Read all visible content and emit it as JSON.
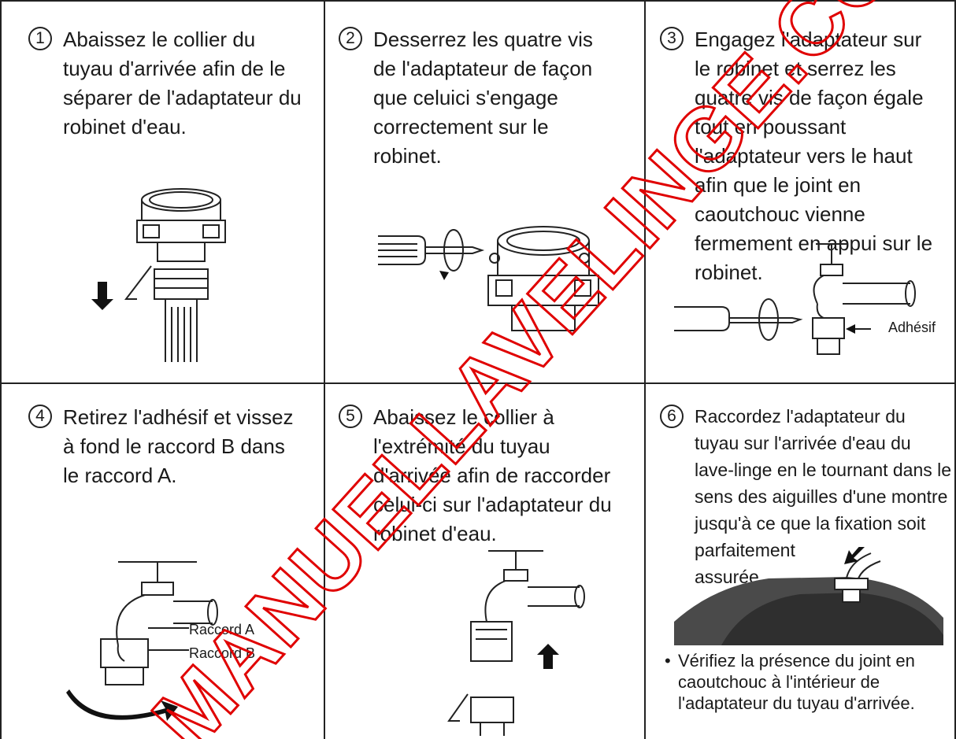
{
  "steps": [
    {
      "num": "1",
      "text": "Abaissez le collier du\ntuyau d'arrivée afin de le\nséparer de l'adaptateur du\nrobinet d'eau."
    },
    {
      "num": "2",
      "text": "Desserrez les quatre vis\nde l'adaptateur de façon\nque celuici s'engage\ncorrectement sur le\nrobinet."
    },
    {
      "num": "3",
      "text": "Engagez l'adaptateur sur\nle robinet et serrez les\nquatre vis de façon égale\ntout en poussant\nl'adaptateur vers le haut\nafin que le joint en\ncaoutchouc vienne\nfermement en appui sur le\nrobinet."
    },
    {
      "num": "4",
      "text": "Retirez l'adhésif et vissez\nà fond le raccord B dans\nle raccord A."
    },
    {
      "num": "5",
      "text": "Abaissez le collier à\nl'extrémité du tuyau\nd'arrivée afin de raccorder\ncelui-ci sur l'adaptateur du\nrobinet d'eau."
    },
    {
      "num": "6",
      "text": "Raccordez l'adaptateur du\ntuyau sur l'arrivée d'eau du\nlave-linge en le tournant dans le\nsens des aiguilles d'une montre\njusqu'à ce que la fixation soit\nparfaitement\nassurée."
    }
  ],
  "labels": {
    "adhesif": "Adhésif",
    "raccord_a": "Raccord A",
    "raccord_b": "Raccord B"
  },
  "note": {
    "bullet": "•",
    "text": "Vérifiez la présence du joint en\ncaoutchouc à l'intérieur de\nl'adaptateur du tuyau d'arrivée."
  },
  "watermark": "MANUELLAVELINGE.COM",
  "colors": {
    "line": "#222222",
    "watermark": "#e00000",
    "drum": "#4a4a4a"
  }
}
